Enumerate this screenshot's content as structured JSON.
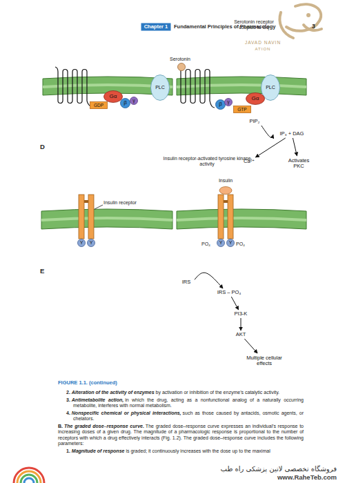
{
  "diagram": {
    "caption": "FIGURE 1.1. (continued)",
    "nodes": [
      {
        "text": [
          "Chapter 1"
        ]
      },
      {
        "text": [
          "Gα"
        ]
      },
      {
        "text": [
          "GDP"
        ]
      },
      {
        "text": [
          "β"
        ]
      },
      {
        "text": [
          "γ"
        ]
      },
      {
        "text": [
          "PLC"
        ]
      },
      {
        "text": [
          "β"
        ]
      },
      {
        "text": [
          "γ"
        ]
      },
      {
        "text": [
          "GTP"
        ]
      },
      {
        "text": [
          "Gα"
        ]
      },
      {
        "text": [
          "PLC"
        ]
      },
      {
        "text": [
          "PIP₂"
        ]
      },
      {
        "text": [
          "IP₃ + DAG"
        ]
      },
      {
        "text": [
          "Ca²⁺"
        ]
      },
      {
        "text": [
          "Activates PKC"
        ]
      },
      {
        "text": [
          "Y"
        ]
      },
      {
        "text": [
          "Y"
        ]
      },
      {
        "text": [
          "Y"
        ]
      },
      {
        "text": [
          "Y"
        ]
      },
      {
        "text": [
          "IRS"
        ]
      },
      {
        "text": [
          "IRS – PO₄"
        ]
      },
      {
        "text": [
          "PI3-K"
        ]
      },
      {
        "text": [
          "AKT"
        ]
      },
      {
        "text": [
          "Multiple cellular effects"
        ]
      }
    ],
    "edges": [
      {
        "from": 11,
        "to": 12,
        "arrow": "to"
      },
      {
        "from": 12,
        "to": 13,
        "arrow": "to"
      },
      {
        "from": 12,
        "to": 14,
        "arrow": "to"
      },
      {
        "from": 19,
        "to": 20,
        "arrow": "to"
      },
      {
        "from": 20,
        "to": 21,
        "arrow": "to"
      },
      {
        "from": 21,
        "to": 22,
        "arrow": "to"
      },
      {
        "from": 22,
        "to": 23,
        "arrow": "to"
      }
    ],
    "labels": [
      "Fundamental Principles of Pharmacology",
      "3",
      "JAVAD NAVIN",
      "ATION",
      "Serotonin receptor coupled to Gq",
      "Serotonin",
      "D",
      "Insulin receptor-activated tyrosine kinase activity",
      "Insulin",
      "Insulin receptor",
      "PO₄",
      "PO₄",
      "E",
      "2.",
      "Alteration of the activity of enzymes",
      "by activation or inhibition of the enzyme’s catalytic activity.",
      "3.",
      "Antimetabolite action,",
      "in which the drug, acting as a nonfunctional analog of a naturally occurring metabolite, interferes with normal metabolism.",
      "4.",
      "Nonspecific chemical or physical interactions,",
      "such as those caused by antacids, osmotic agents, or chelators.",
      "B.",
      "The graded dose–response curve.",
      "The graded dose–response curve expresses an individual’s response to increasing doses of a given drug. The magnitude of a pharmacologic response is proportional to the number of receptors with which a drug effectively interacts (Fig. 1.2). The graded dose–response curve includes the following parameters:",
      "1.",
      "Magnitude of response",
      "is graded; it continuously increases with the dose up to the maximal",
      "فروشگاه تخصصی لاتین پزشکی راه طب",
      "www.RaheTeb.com"
    ]
  }
}
